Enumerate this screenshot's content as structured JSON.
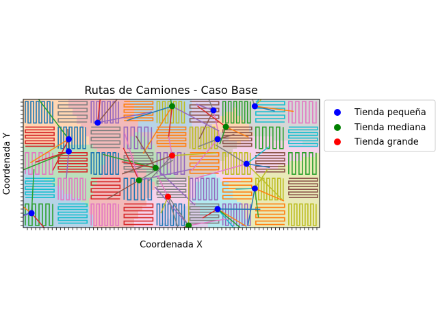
{
  "chart_data": {
    "type": "scatter",
    "title": "Rutas de Camiones - Caso Base",
    "xlabel": "Coordenada X",
    "ylabel": "Coordenada Y",
    "xlim": [
      0,
      70
    ],
    "ylim": [
      0,
      30
    ],
    "grid": false,
    "legend_position": "outside-right",
    "x_tick_labels_shown": false,
    "y_tick_labels_shown": false,
    "series": [
      {
        "name": "Tienda pequeña",
        "color": "#0000ff",
        "points": [
          [
            1,
            3
          ],
          [
            10,
            21
          ],
          [
            10,
            18
          ],
          [
            17,
            25
          ],
          [
            45,
            28
          ],
          [
            46,
            21
          ],
          [
            53,
            15
          ],
          [
            55,
            29
          ],
          [
            55,
            9
          ],
          [
            46,
            4
          ]
        ]
      },
      {
        "name": "Tienda mediana",
        "color": "#008000",
        "points": [
          [
            35,
            29
          ],
          [
            48,
            24
          ],
          [
            31,
            14
          ],
          [
            27,
            11
          ],
          [
            39,
            0
          ]
        ]
      },
      {
        "name": "Tienda grande",
        "color": "#ff0000",
        "points": [
          [
            35,
            17
          ],
          [
            34,
            7
          ]
        ]
      }
    ],
    "route_palette": [
      "#1f77b4",
      "#ff7f0e",
      "#2ca02c",
      "#d62728",
      "#9467bd",
      "#8c564b",
      "#e377c2",
      "#7f7f7f",
      "#bcbd22",
      "#17becf"
    ]
  }
}
